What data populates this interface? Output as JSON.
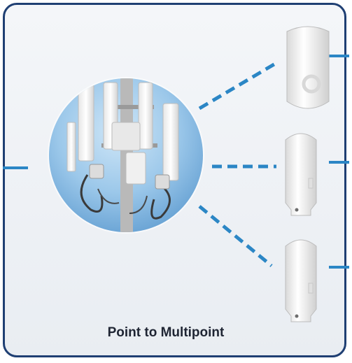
{
  "caption": "Point to Multipoint",
  "colors": {
    "frame": "#1f3f73",
    "link": "#2b86c5",
    "sky": "#8fc0e6",
    "device_body": "#f2f2f2",
    "panel_bg": "#eef1f4"
  },
  "diagram": {
    "hub": {
      "name": "cell-tower-antenna-cluster",
      "label": ""
    },
    "endpoints": [
      {
        "name": "subscriber-module-top"
      },
      {
        "name": "subscriber-module-middle"
      },
      {
        "name": "subscriber-module-bottom"
      }
    ]
  }
}
